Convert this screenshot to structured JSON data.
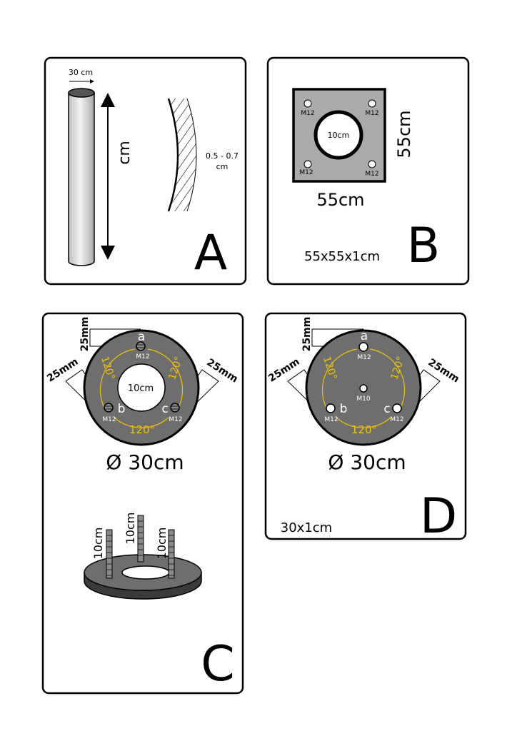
{
  "colors": {
    "panel_border": "#000000",
    "plate_fill": "#aaaaaa",
    "disc_fill": "#6e6e6e",
    "angle_text": "#f2c200",
    "hole_fill": "#ffffff",
    "rod_fill": "#8a8a8a",
    "tube_fill": "#dcdcdc"
  },
  "panel_a": {
    "letter": "A",
    "tube_width": "30 cm",
    "tube_height": "cm",
    "wall_thickness_line1": "0.5 - 0.7",
    "wall_thickness_line2": "cm"
  },
  "panel_b": {
    "letter": "B",
    "hole_labels": [
      "M12",
      "M12",
      "M12",
      "M12"
    ],
    "center_hole": "10cm",
    "width": "55cm",
    "height": "55cm",
    "size": "55x55x1cm"
  },
  "panel_c": {
    "letter": "C",
    "edge_left": "25mm",
    "edge_right": "25mm",
    "edge_top": "25mm",
    "hole_letters": [
      "a",
      "b",
      "c"
    ],
    "hole_labels": [
      "M12",
      "M12",
      "M12"
    ],
    "angles": [
      "120°",
      "120°",
      "120°"
    ],
    "center_hole": "10cm",
    "diameter": "Ø 30cm",
    "rod_lengths": [
      "10cm",
      "10cm",
      "10cm"
    ]
  },
  "panel_d": {
    "letter": "D",
    "edge_left": "25mm",
    "edge_right": "25mm",
    "edge_top": "25mm",
    "hole_letters": [
      "a",
      "b",
      "c"
    ],
    "hole_labels": [
      "M12",
      "M12",
      "M12"
    ],
    "center_label": "M10",
    "angles": [
      "120°",
      "120°",
      "120°"
    ],
    "diameter": "Ø 30cm",
    "size": "30x1cm"
  }
}
